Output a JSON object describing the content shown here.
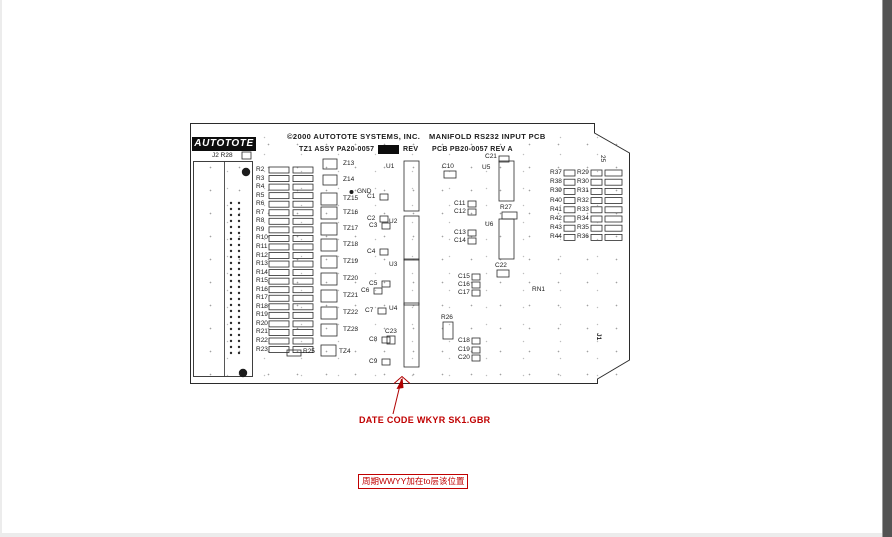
{
  "board": {
    "logo": "AUTOTOTE",
    "header": {
      "copyright": "©2000 AUTOTOTE SYSTEMS, INC.",
      "title": "MANIFOLD RS232 INPUT PCB",
      "assy": "TZ1 ASSY PA20-0057",
      "rev": "REV",
      "pcb": "PCB PB20-0057 REV A"
    },
    "connector_label": "J2 R28",
    "gnd_label": "GND",
    "left_resistors": [
      "R2",
      "R3",
      "R4",
      "R5",
      "R6",
      "R7",
      "R8",
      "R9",
      "R10",
      "R11",
      "R12",
      "R13",
      "R14",
      "R15",
      "R16",
      "R17",
      "R18",
      "R19",
      "R20",
      "R21",
      "R22",
      "R23"
    ],
    "tz_labels": [
      "Z13",
      "Z14",
      "TZ15",
      "TZ16",
      "TZ17",
      "TZ18",
      "TZ19",
      "TZ20",
      "TZ21",
      "TZ22",
      "TZ23"
    ],
    "bottom": {
      "r25": "R25",
      "tz4": "TZ4"
    },
    "ics": [
      "U1",
      "U2",
      "U3",
      "U4",
      "U5",
      "U6"
    ],
    "caps_left": [
      "C1",
      "C2",
      "C3",
      "C4",
      "C5",
      "C6",
      "C7",
      "C8",
      "C9"
    ],
    "caps_right": [
      "C10",
      "C11",
      "C12",
      "C13",
      "C14",
      "C15",
      "C16",
      "C17",
      "C18",
      "C19",
      "C20"
    ],
    "caps_other": [
      "C21",
      "C22",
      "C23"
    ],
    "resistors_mid": [
      "R26",
      "R27"
    ],
    "rn1": "RN1",
    "right_pairs": [
      [
        "R37",
        "R29"
      ],
      [
        "R38",
        "R30"
      ],
      [
        "R39",
        "R31"
      ],
      [
        "R40",
        "R32"
      ],
      [
        "R41",
        "R33"
      ],
      [
        "R42",
        "R34"
      ],
      [
        "R43",
        "R35"
      ],
      [
        "R44",
        "R36"
      ]
    ],
    "edge_top": "25",
    "edge_bottom": "J1"
  },
  "annotations": {
    "date_code": "DATE CODE WKYR SK1.GBR",
    "note_box": "周期WWYY加在to层该位置",
    "accent_color": "#c00000"
  }
}
